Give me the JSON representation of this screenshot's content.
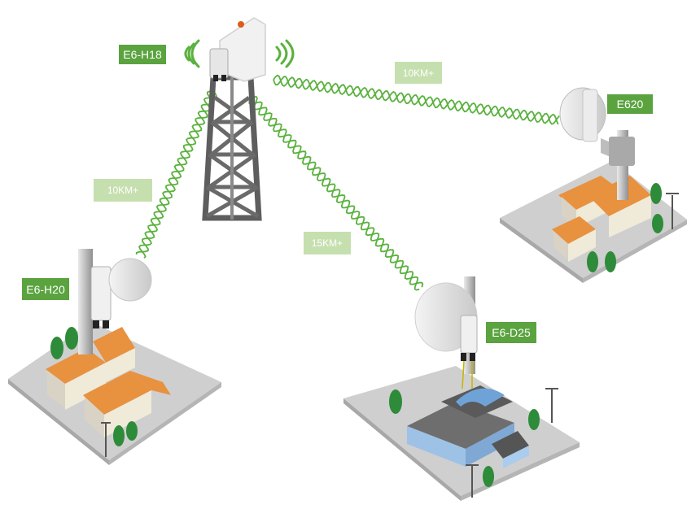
{
  "colors": {
    "label_bg": "#5aa33f",
    "distance_bg": "#c6dfae",
    "wave": "#5ab13e",
    "ground": "#cccccc",
    "roof": "#e8913f",
    "building_blue": "#6fa3d8",
    "tree": "#2e8b3a"
  },
  "devices": {
    "e6_h18": "E6-H18",
    "e620": "E620",
    "e6_h20": "E6-H20",
    "e6_d25": "E6-D25"
  },
  "links": {
    "to_e620": "10KM+",
    "to_e6_h20": "10KM+",
    "to_e6_d25": "15KM+"
  }
}
